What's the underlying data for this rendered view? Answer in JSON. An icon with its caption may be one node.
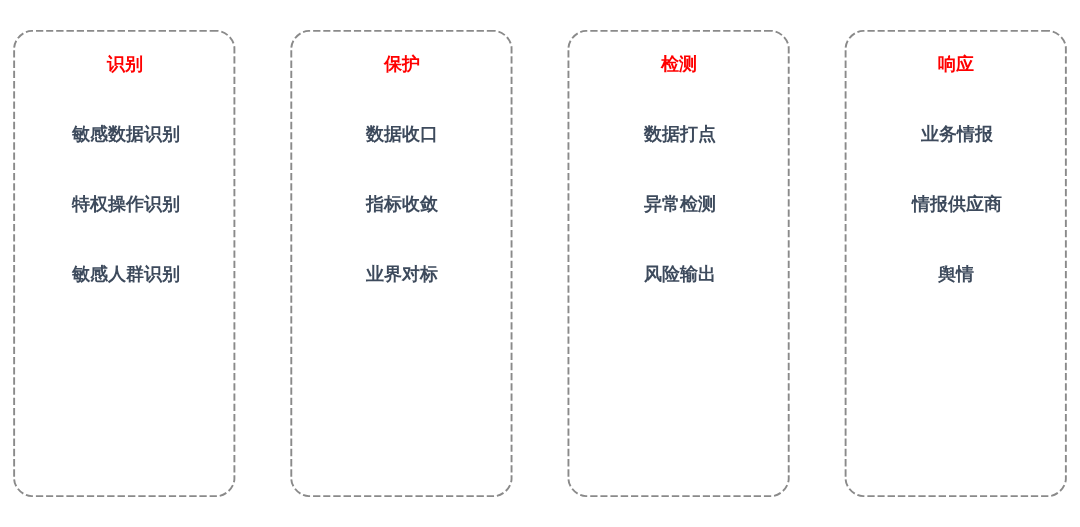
{
  "diagram": {
    "nodes": [
      {
        "text": [
          "识别",
          "敏感数据识别",
          "特权操作识别",
          "敏感人群识别"
        ]
      },
      {
        "text": [
          "保护",
          "数据收口",
          "指标收敛",
          "业界对标"
        ]
      },
      {
        "text": [
          "检测",
          "数据打点",
          "异常检测",
          "风险输出"
        ]
      },
      {
        "text": [
          "响应",
          "业务情报",
          "情报供应商",
          "舆情"
        ]
      }
    ]
  }
}
